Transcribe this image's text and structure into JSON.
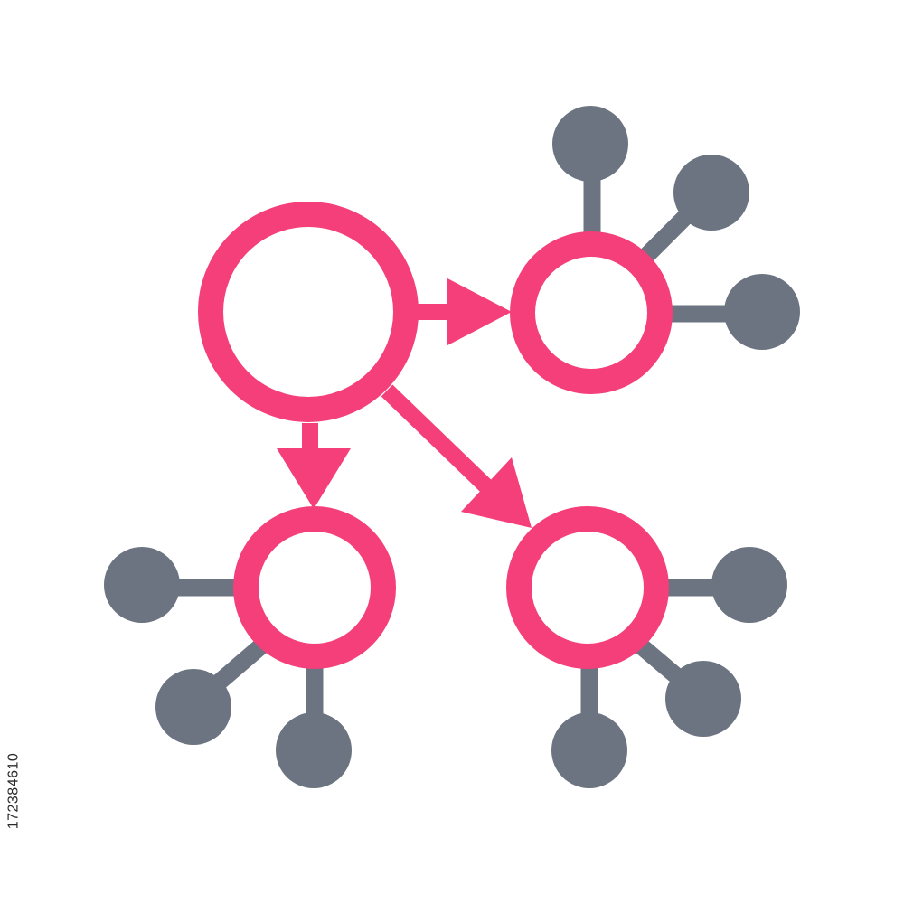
{
  "diagram": {
    "colors": {
      "accent": "#f43f7a",
      "satellite": "#6b7480",
      "background": "#ffffff"
    },
    "nodes": [
      {
        "id": "source-node",
        "role": "source"
      },
      {
        "id": "target-node-right",
        "role": "target"
      },
      {
        "id": "target-node-bottom-left",
        "role": "target"
      },
      {
        "id": "target-node-bottom-right",
        "role": "target"
      }
    ],
    "edges": [
      {
        "from": "source-node",
        "to": "target-node-right"
      },
      {
        "from": "source-node",
        "to": "target-node-bottom-left"
      },
      {
        "from": "source-node",
        "to": "target-node-bottom-right"
      }
    ],
    "satellites": [
      {
        "parent": "target-node-right",
        "count": 3
      },
      {
        "parent": "target-node-bottom-left",
        "count": 3
      },
      {
        "parent": "target-node-bottom-right",
        "count": 3
      }
    ]
  },
  "watermark": {
    "stock_id": "172384610"
  }
}
